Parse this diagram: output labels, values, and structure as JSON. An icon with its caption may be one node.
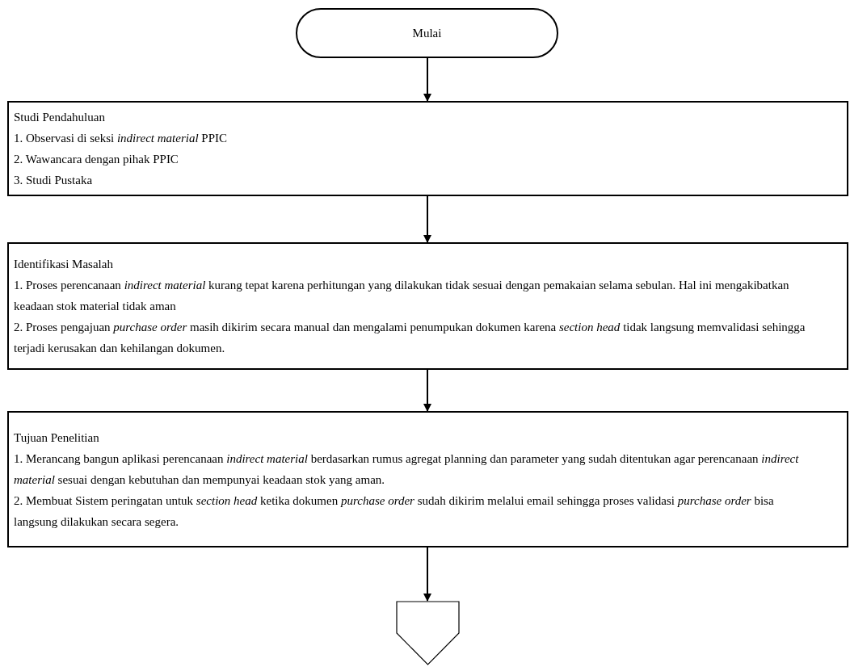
{
  "diagram": {
    "nodes": [
      {
        "text": [
          "Mulai"
        ]
      },
      {
        "text": [
          "Studi Pendahuluan",
          "1. Observasi di seksi *indirect material* PPIC",
          "2. Wawancara dengan pihak PPIC",
          "3. Studi Pustaka"
        ]
      },
      {
        "text": [
          "Identifikasi Masalah",
          "1. Proses perencanaan *indirect material* kurang tepat karena perhitungan yang dilakukan tidak sesuai dengan pemakaian selama sebulan. Hal ini mengakibatkan keadaan stok material tidak aman",
          "2. Proses pengajuan *purchase order* masih dikirim secara manual dan mengalami penumpukan dokumen karena *section head* tidak langsung memvalidasi sehingga terjadi kerusakan dan kehilangan dokumen."
        ]
      },
      {
        "text": [
          "Tujuan Penelitian",
          "1. Merancang bangun aplikasi perencanaan *indirect material* berdasarkan rumus agregat planning dan parameter yang sudah ditentukan agar perencanaan *indirect material* sesuai dengan kebutuhan dan mempunyai keadaan stok yang aman.",
          "2. Membuat Sistem peringatan untuk *section head* ketika dokumen *purchase order* sudah dikirim melalui email sehingga proses validasi *purchase order* bisa langsung dilakukan secara segera."
        ]
      },
      {
        "text": [],
        "shape": "pentagon"
      }
    ],
    "edges": [
      {
        "from": 0,
        "to": 1,
        "arrow": "to"
      },
      {
        "from": 1,
        "to": 2,
        "arrow": "to"
      },
      {
        "from": 2,
        "to": 3,
        "arrow": "to"
      },
      {
        "from": 3,
        "to": 4,
        "arrow": "to"
      }
    ]
  }
}
